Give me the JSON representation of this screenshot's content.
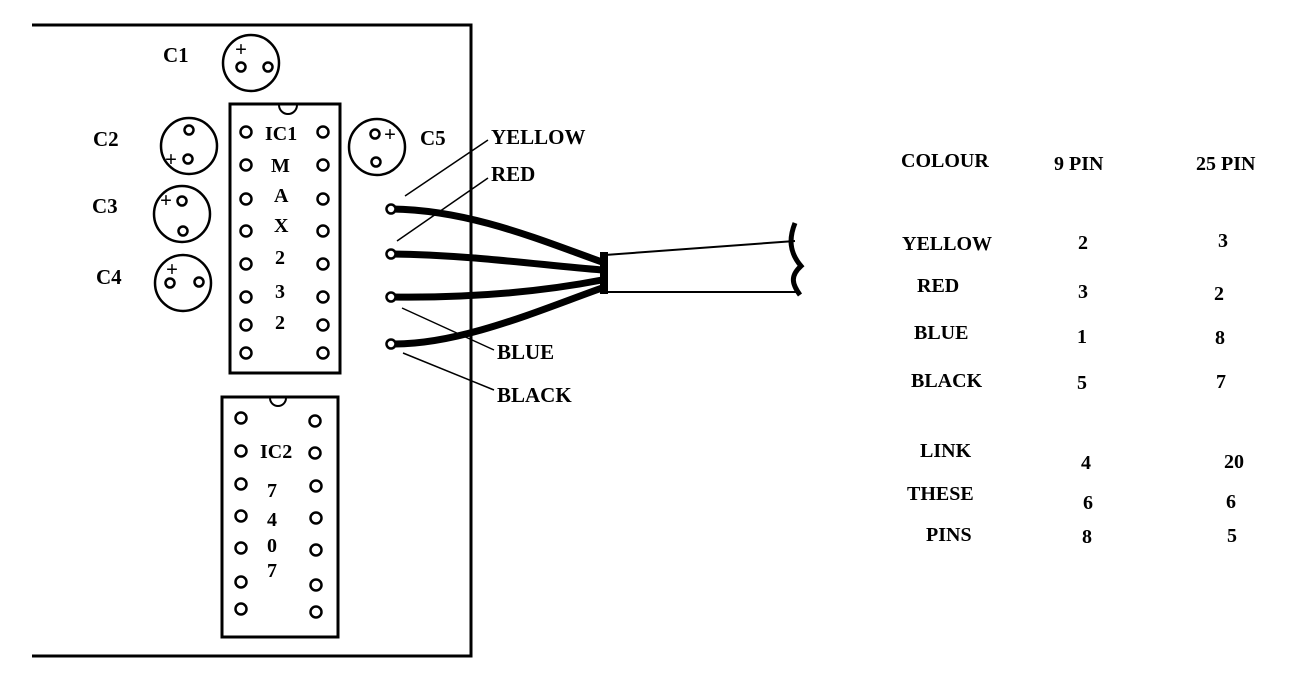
{
  "capacitors": [
    {
      "label": "C1"
    },
    {
      "label": "C2"
    },
    {
      "label": "C3"
    },
    {
      "label": "C4"
    },
    {
      "label": "C5"
    }
  ],
  "plus_sign": "+",
  "ic1": {
    "name": "IC1",
    "part_letters": [
      "M",
      "A",
      "X",
      "2",
      "3",
      "2"
    ]
  },
  "ic2": {
    "name": "IC2",
    "part_letters": [
      "7",
      "4",
      "0",
      "7"
    ]
  },
  "wires": [
    {
      "label": "YELLOW"
    },
    {
      "label": "RED"
    },
    {
      "label": "BLUE"
    },
    {
      "label": "BLACK"
    }
  ],
  "table": {
    "headers": [
      "COLOUR",
      "9 PIN",
      "25 PIN"
    ],
    "rows": [
      {
        "colour": "YELLOW",
        "pin9": "2",
        "pin25": "3"
      },
      {
        "colour": "RED",
        "pin9": "3",
        "pin25": "2"
      },
      {
        "colour": "BLUE",
        "pin9": "1",
        "pin25": "8"
      },
      {
        "colour": "BLACK",
        "pin9": "5",
        "pin25": "7"
      }
    ],
    "link_rows": [
      {
        "label": "LINK",
        "pin9": "4",
        "pin25": "20"
      },
      {
        "label": "THESE",
        "pin9": "6",
        "pin25": "6"
      },
      {
        "label": "PINS",
        "pin9": "8",
        "pin25": "5"
      }
    ]
  }
}
